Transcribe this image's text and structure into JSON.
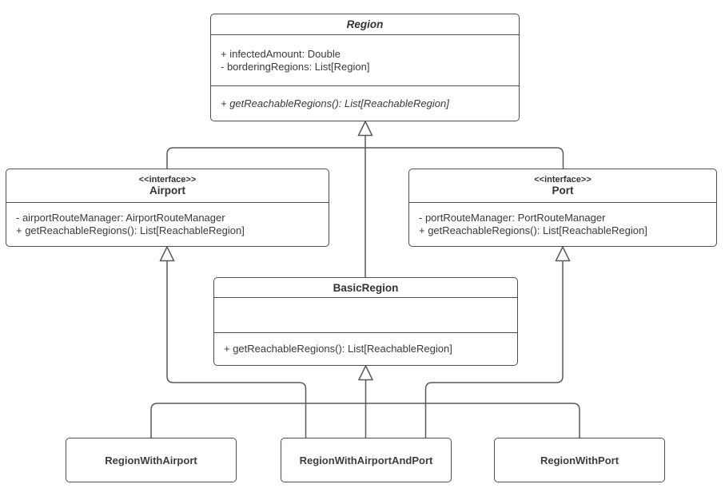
{
  "diagram": {
    "type": "uml-class-diagram",
    "background": "#ffffff",
    "box_border_color": "#4d4d4d",
    "connector_color": "#595959",
    "region": {
      "name": "Region",
      "abstract": true,
      "attributes": [
        "+ infectedAmount: Double",
        "- borderingRegions: List[Region]"
      ],
      "methods": [
        "+ getReachableRegions(): List[ReachableRegion]"
      ]
    },
    "airport": {
      "stereotype": "<<interface>>",
      "name": "Airport",
      "members": [
        "- airportRouteManager: AirportRouteManager",
        "+ getReachableRegions(): List[ReachableRegion]"
      ]
    },
    "port": {
      "stereotype": "<<interface>>",
      "name": "Port",
      "members": [
        "- portRouteManager: PortRouteManager",
        "+ getReachableRegions(): List[ReachableRegion]"
      ]
    },
    "basic_region": {
      "name": "BasicRegion",
      "attributes": [],
      "methods": [
        "+ getReachableRegions(): List[ReachableRegion]"
      ]
    },
    "region_with_airport": {
      "name": "RegionWithAirport"
    },
    "region_with_airport_and_port": {
      "name": "RegionWithAirportAndPort"
    },
    "region_with_port": {
      "name": "RegionWithPort"
    },
    "relationships": [
      {
        "from": "Airport",
        "to": "Region",
        "arrow": "hollow-triangle"
      },
      {
        "from": "Port",
        "to": "Region",
        "arrow": "hollow-triangle"
      },
      {
        "from": "BasicRegion",
        "to": "Region",
        "arrow": "hollow-triangle"
      },
      {
        "from": "RegionWithAirportAndPort",
        "to": "Airport",
        "arrow": "hollow-triangle"
      },
      {
        "from": "RegionWithAirportAndPort",
        "to": "Port",
        "arrow": "hollow-triangle"
      },
      {
        "from": "RegionWithAirport",
        "to": "BasicRegion",
        "arrow": "hollow-triangle"
      },
      {
        "from": "RegionWithAirportAndPort",
        "to": "BasicRegion",
        "arrow": "hollow-triangle"
      },
      {
        "from": "RegionWithPort",
        "to": "BasicRegion",
        "arrow": "hollow-triangle"
      }
    ]
  }
}
